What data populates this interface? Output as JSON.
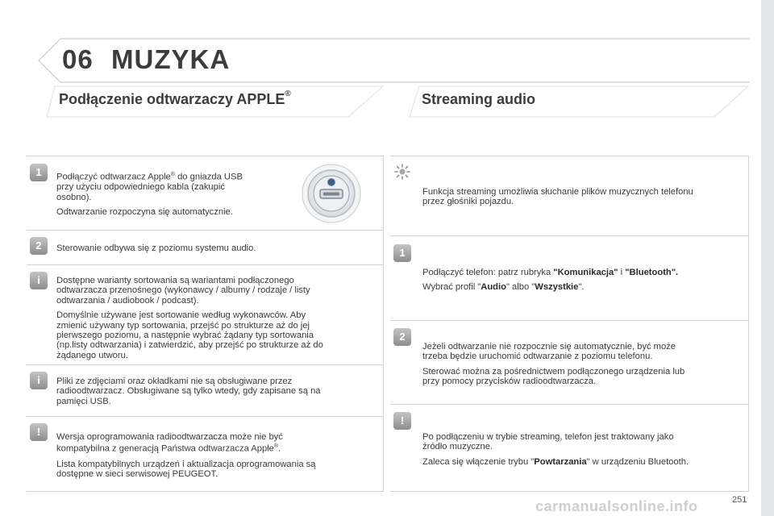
{
  "header": {
    "chapter_number": "06",
    "chapter_title": "MUZYKA"
  },
  "left_section": {
    "title": "Podłączenie odtwarzaczy APPLE",
    "title_sup": "®",
    "blocks": [
      {
        "icon": "step-1",
        "badge": "1",
        "p1_a": "Podłączyć odtwarzacz Apple",
        "p1_sup": "®",
        "p1_b": " do gniazda USB",
        "p1_c": "przy użyciu odpowiedniego kabla (zakupić",
        "p1_d": "osobno).",
        "p2": "Odtwarzanie rozpoczyna się automatycznie."
      },
      {
        "icon": "step-2",
        "badge": "2",
        "p1": "Sterowanie odbywa się z poziomu systemu audio."
      },
      {
        "icon": "info",
        "badge": "i",
        "lines_a": [
          "Dostępne warianty sortowania są wariantami podłączonego",
          "odtwarzacza przenośnego (wykonawcy / albumy / rodzaje / listy",
          "odtwarzania / audiobook / podcast)."
        ],
        "lines_b": [
          "Domyślnie używane jest sortowanie według wykonawców. Aby",
          "zmienić używany typ sortowania, przejść po strukturze aż do jej",
          "pierwszego poziomu, a następnie wybrać żądany typ sortowania",
          "(np.listy odtwarzania) i zatwierdzić, aby przejść po strukturze aż do",
          "żądanego utworu."
        ]
      },
      {
        "icon": "info",
        "badge": "i",
        "lines_a": [
          "Pliki ze zdjęciami oraz okładkami nie są obsługiwane przez",
          "radioodtwarzacz. Obsługiwane są tylko wtedy, gdy zapisane są na",
          "pamięci USB."
        ]
      },
      {
        "icon": "warning",
        "badge": "!",
        "l1": "Wersja oprogramowania radioodtwarzacza może nie być",
        "l2_a": "kompatybilna z generacją Państwa odtwarzacza Apple",
        "l2_sup": "®",
        "l2_b": ".",
        "lines_b": [
          "Lista kompatybilnych urządzeń i aktualizacja oprogramowania są",
          "dostępne w sieci serwisowej PEUGEOT."
        ]
      }
    ]
  },
  "right_section": {
    "title": "Streaming audio",
    "blocks": [
      {
        "icon": "tip-sun",
        "lines": [
          "Funkcja streaming umożliwia słuchanie plików muzycznych telefonu",
          "przez głośniki pojazdu."
        ]
      },
      {
        "icon": "step-1",
        "badge": "1",
        "l1_a": "Podłączyć telefon: patrz rubryka ",
        "l1_b1": "\"Komunikacja\"",
        "l1_c": " i ",
        "l1_b2": "\"Bluetooth\".",
        "l2_a": "Wybrać profil \"",
        "l2_b1": "Audio",
        "l2_c": "\" albo \"",
        "l2_b2": "Wszystkie",
        "l2_d": "\"."
      },
      {
        "icon": "step-2",
        "badge": "2",
        "lines_a": [
          "Jeżeli odtwarzanie nie rozpocznie się automatycznie, być może",
          "trzeba będzie uruchomić odtwarzanie z poziomu telefonu."
        ],
        "lines_b": [
          "Sterować można za pośrednictwem podłączonego urządzenia lub",
          "przy pomocy przycisków radioodtwarzacza."
        ]
      },
      {
        "icon": "warning",
        "badge": "!",
        "lines_a": [
          "Po podłączeniu w trybie streaming, telefon jest traktowany jako",
          "źródło muzyczne."
        ],
        "l3_a": "Zaleca się włączenie trybu \"",
        "l3_b": "Powtarzania",
        "l3_c": "\" w urządzeniu Bluetooth."
      }
    ]
  },
  "footer": {
    "page_number": "251",
    "watermark": "carmanualsonline.info"
  },
  "colors": {
    "text": "#3a3a3a",
    "rule": "#cfd3d6",
    "badge": "#a0a0a0"
  }
}
